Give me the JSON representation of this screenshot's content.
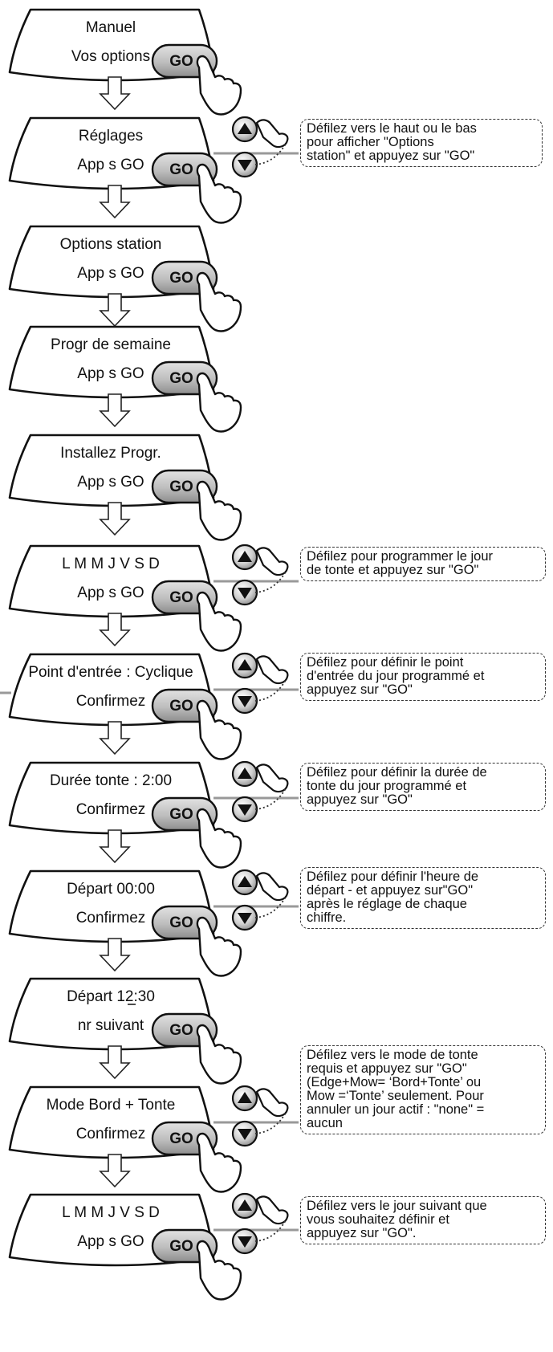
{
  "button_label": "GO",
  "steps": [
    {
      "line1": "Manuel",
      "line2": "Vos options"
    },
    {
      "line1": "Réglages",
      "line2": "App s GO"
    },
    {
      "line1": "Options station",
      "line2": "App s GO"
    },
    {
      "line1": "Progr de semaine",
      "line2": "App s GO"
    },
    {
      "line1": "Installez Progr.",
      "line2": "App s GO"
    },
    {
      "line1": "L M M J V S D",
      "line2": "App s GO"
    },
    {
      "line1": "Point d'entrée : Cyclique",
      "line2": "Confirmez"
    },
    {
      "line1": "Durée tonte :   2:00",
      "line2": "Confirmez"
    },
    {
      "line1": "Départ  00:00",
      "line2": "Confirmez"
    },
    {
      "line1": "Départ  12:30",
      "line2": "nr suivant"
    },
    {
      "line1": "Mode Bord + Tonte",
      "line2": "Confirmez"
    },
    {
      "line1": "L M M J V S D",
      "line2": "App s GO"
    }
  ],
  "notes": [
    "Défilez vers le haut ou le bas\npour afficher \"Options\nstation\" et appuyez sur \"GO\"",
    "Défilez pour programmer le jour\nde tonte et appuyez sur \"GO\"",
    "Défilez pour définir le point\nd'entrée du jour programmé et\nappuyez sur \"GO\"",
    "Défilez pour définir la durée de\ntonte du jour programmé et\nappuyez sur \"GO\"",
    "Défilez pour définir l'heure de\ndépart - et appuyez sur\"GO\"\naprès le réglage de chaque\nchiffre.",
    "Défilez vers le mode de tonte\nrequis et appuyez sur \"GO\"\n(Edge+Mow= ‘Bord+Tonte’ ou\nMow =‘Tonte’ seulement. Pour\nannuler un jour actif : \"none\" =\naucun",
    "Défilez vers le jour suivant que\nvous souhaitez définir et\nappuyez sur \"GO\"."
  ]
}
